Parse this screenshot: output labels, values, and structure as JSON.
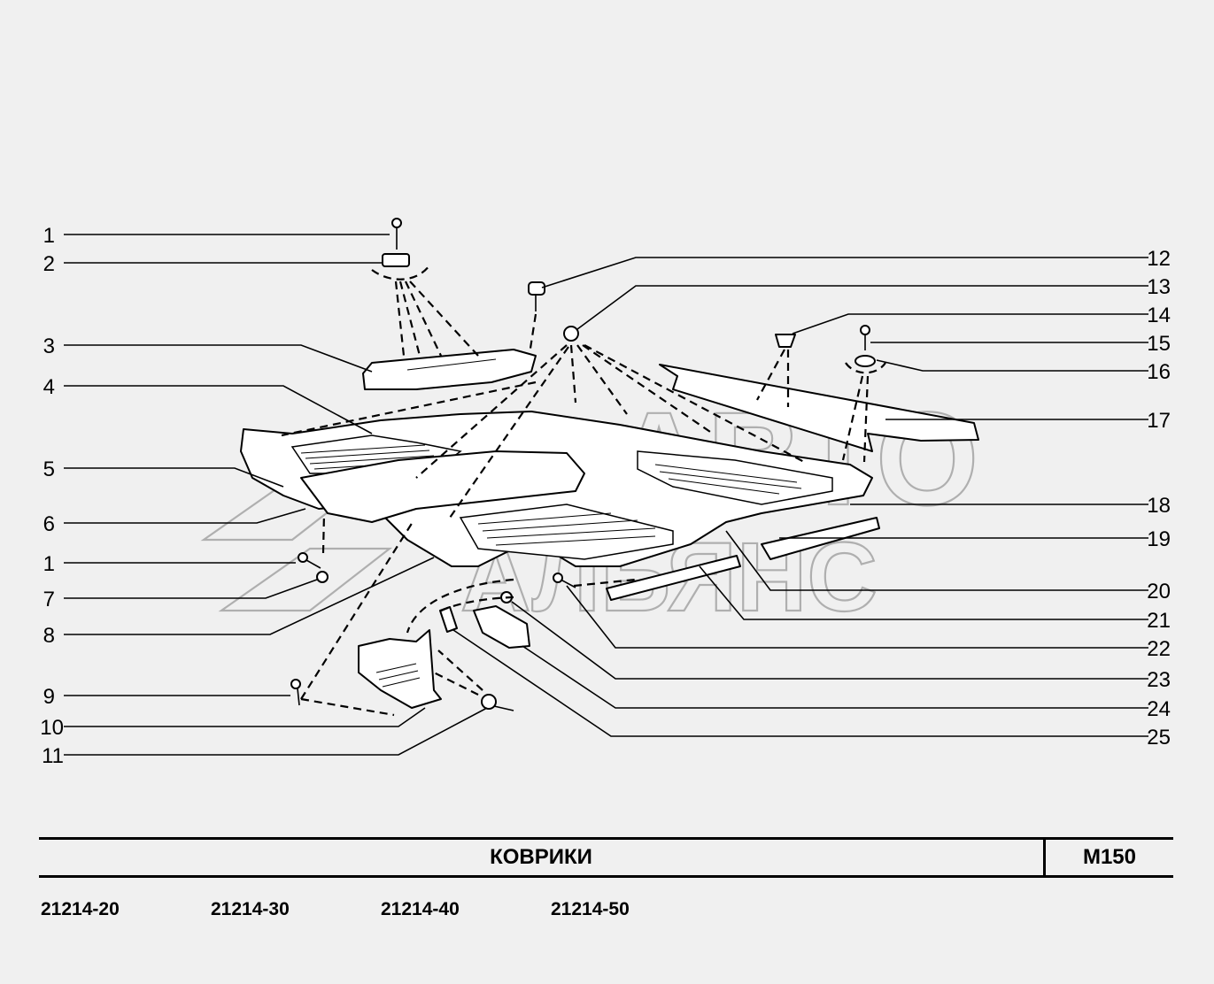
{
  "title": "КОВРИКИ",
  "code": "M150",
  "models": [
    "21214-20",
    "21214-30",
    "21214-40",
    "21214-50"
  ],
  "watermark": {
    "line1": "АВТО",
    "line2": "АЛЬЯНС"
  },
  "callouts_left": [
    "1",
    "2",
    "3",
    "4",
    "5",
    "6",
    "1",
    "7",
    "8",
    "9",
    "10",
    "11"
  ],
  "callouts_right": [
    "12",
    "13",
    "14",
    "15",
    "16",
    "17",
    "18",
    "19",
    "20",
    "21",
    "22",
    "23",
    "24",
    "25"
  ]
}
